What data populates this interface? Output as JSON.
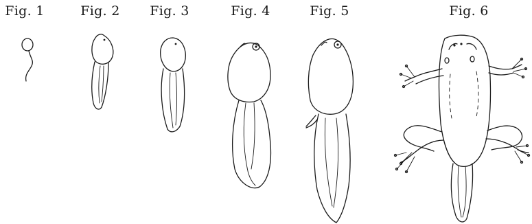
{
  "figures": [
    {
      "label": "Fig. 1",
      "subject": "tadpole-stage-1"
    },
    {
      "label": "Fig. 2",
      "subject": "tadpole-stage-2"
    },
    {
      "label": "Fig. 3",
      "subject": "tadpole-stage-3"
    },
    {
      "label": "Fig. 4",
      "subject": "tadpole-stage-4"
    },
    {
      "label": "Fig. 5",
      "subject": "tadpole-stage-5"
    },
    {
      "label": "Fig. 6",
      "subject": "young-frog"
    }
  ],
  "colors": {
    "ink": "#1a1a1a",
    "paper": "#ffffff"
  }
}
